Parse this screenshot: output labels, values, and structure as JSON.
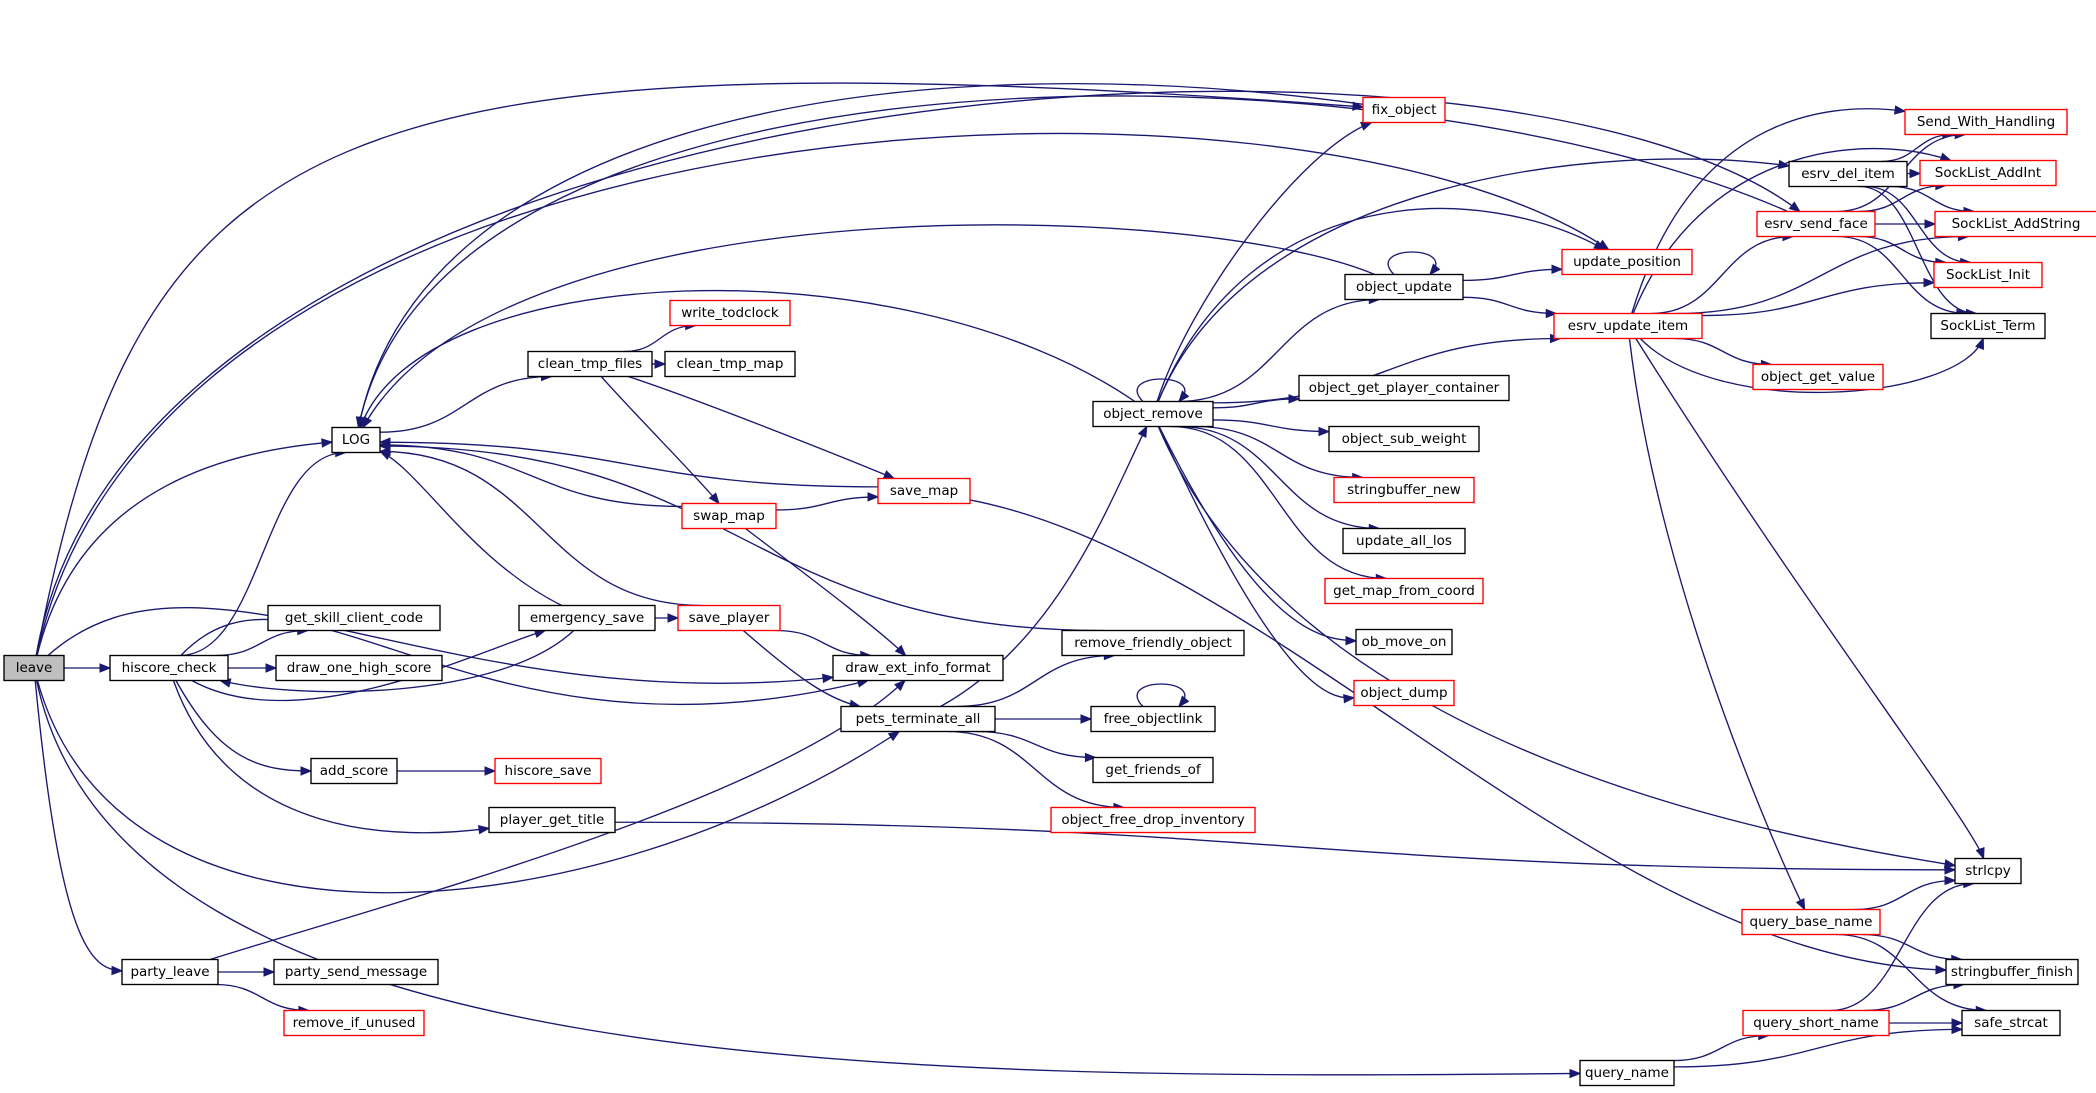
{
  "colors": {
    "edge": "#191970",
    "leaf_border": "#000000",
    "truncated_border": "#ff0000",
    "root_fill": "#bfbfbf"
  },
  "nodes": {
    "leave": {
      "label": "leave",
      "kind": "root"
    },
    "hiscore_check": {
      "label": "hiscore_check",
      "kind": "black"
    },
    "party_leave": {
      "label": "party_leave",
      "kind": "black"
    },
    "LOG": {
      "label": "LOG",
      "kind": "black"
    },
    "get_skill_client_code": {
      "label": "get_skill_client_code",
      "kind": "black"
    },
    "draw_one_high_score": {
      "label": "draw_one_high_score",
      "kind": "black"
    },
    "add_score": {
      "label": "add_score",
      "kind": "black"
    },
    "player_get_title": {
      "label": "player_get_title",
      "kind": "black"
    },
    "hiscore_save": {
      "label": "hiscore_save",
      "kind": "red"
    },
    "party_send_message": {
      "label": "party_send_message",
      "kind": "black"
    },
    "remove_if_unused": {
      "label": "remove_if_unused",
      "kind": "red"
    },
    "clean_tmp_files": {
      "label": "clean_tmp_files",
      "kind": "black"
    },
    "write_todclock": {
      "label": "write_todclock",
      "kind": "red"
    },
    "clean_tmp_map": {
      "label": "clean_tmp_map",
      "kind": "black"
    },
    "swap_map": {
      "label": "swap_map",
      "kind": "red"
    },
    "save_map": {
      "label": "save_map",
      "kind": "red"
    },
    "emergency_save": {
      "label": "emergency_save",
      "kind": "black"
    },
    "save_player": {
      "label": "save_player",
      "kind": "red"
    },
    "draw_ext_info_format": {
      "label": "draw_ext_info_format",
      "kind": "black"
    },
    "pets_terminate_all": {
      "label": "pets_terminate_all",
      "kind": "black"
    },
    "remove_friendly_object": {
      "label": "remove_friendly_object",
      "kind": "black"
    },
    "free_objectlink": {
      "label": "free_objectlink",
      "kind": "black"
    },
    "get_friends_of": {
      "label": "get_friends_of",
      "kind": "black"
    },
    "object_free_drop_inventory": {
      "label": "object_free_drop_inventory",
      "kind": "red"
    },
    "object_remove": {
      "label": "object_remove",
      "kind": "black"
    },
    "fix_object": {
      "label": "fix_object",
      "kind": "red"
    },
    "object_update": {
      "label": "object_update",
      "kind": "black"
    },
    "update_position": {
      "label": "update_position",
      "kind": "red"
    },
    "object_get_player_container": {
      "label": "object_get_player_container",
      "kind": "black"
    },
    "object_sub_weight": {
      "label": "object_sub_weight",
      "kind": "black"
    },
    "stringbuffer_new": {
      "label": "stringbuffer_new",
      "kind": "red"
    },
    "update_all_los": {
      "label": "update_all_los",
      "kind": "black"
    },
    "get_map_from_coord": {
      "label": "get_map_from_coord",
      "kind": "red"
    },
    "ob_move_on": {
      "label": "ob_move_on",
      "kind": "black"
    },
    "object_dump": {
      "label": "object_dump",
      "kind": "red"
    },
    "esrv_del_item": {
      "label": "esrv_del_item",
      "kind": "black"
    },
    "esrv_send_face": {
      "label": "esrv_send_face",
      "kind": "red"
    },
    "esrv_update_item": {
      "label": "esrv_update_item",
      "kind": "red"
    },
    "object_get_value": {
      "label": "object_get_value",
      "kind": "red"
    },
    "Send_With_Handling": {
      "label": "Send_With_Handling",
      "kind": "red"
    },
    "SockList_AddInt": {
      "label": "SockList_AddInt",
      "kind": "red"
    },
    "SockList_AddString": {
      "label": "SockList_AddString",
      "kind": "red"
    },
    "SockList_Init": {
      "label": "SockList_Init",
      "kind": "red"
    },
    "SockList_Term": {
      "label": "SockList_Term",
      "kind": "black"
    },
    "strlcpy": {
      "label": "strlcpy",
      "kind": "black"
    },
    "query_base_name": {
      "label": "query_base_name",
      "kind": "red"
    },
    "stringbuffer_finish": {
      "label": "stringbuffer_finish",
      "kind": "black"
    },
    "query_short_name": {
      "label": "query_short_name",
      "kind": "red"
    },
    "safe_strcat": {
      "label": "safe_strcat",
      "kind": "black"
    },
    "query_name": {
      "label": "query_name",
      "kind": "black"
    }
  },
  "edges": [
    [
      "leave",
      "hiscore_check"
    ],
    [
      "leave",
      "LOG"
    ],
    [
      "leave",
      "fix_object"
    ],
    [
      "leave",
      "draw_ext_info_format"
    ],
    [
      "leave",
      "pets_terminate_all"
    ],
    [
      "leave",
      "party_leave"
    ],
    [
      "leave",
      "query_name"
    ],
    [
      "leave",
      "update_position"
    ],
    [
      "leave",
      "esrv_send_face"
    ],
    [
      "hiscore_check",
      "LOG"
    ],
    [
      "hiscore_check",
      "get_skill_client_code"
    ],
    [
      "hiscore_check",
      "draw_one_high_score"
    ],
    [
      "hiscore_check",
      "add_score"
    ],
    [
      "hiscore_check",
      "player_get_title"
    ],
    [
      "hiscore_check",
      "draw_ext_info_format"
    ],
    [
      "hiscore_check",
      "emergency_save"
    ],
    [
      "add_score",
      "hiscore_save"
    ],
    [
      "player_get_title",
      "strlcpy"
    ],
    [
      "party_leave",
      "party_send_message"
    ],
    [
      "party_leave",
      "remove_if_unused"
    ],
    [
      "party_leave",
      "draw_ext_info_format"
    ],
    [
      "emergency_save",
      "LOG"
    ],
    [
      "emergency_save",
      "hiscore_check"
    ],
    [
      "emergency_save",
      "save_player"
    ],
    [
      "clean_tmp_files",
      "write_todclock"
    ],
    [
      "clean_tmp_files",
      "clean_tmp_map"
    ],
    [
      "clean_tmp_files",
      "swap_map"
    ],
    [
      "clean_tmp_files",
      "save_map"
    ],
    [
      "swap_map",
      "LOG"
    ],
    [
      "swap_map",
      "save_map"
    ],
    [
      "swap_map",
      "draw_ext_info_format"
    ],
    [
      "save_map",
      "LOG"
    ],
    [
      "save_map",
      "stringbuffer_finish"
    ],
    [
      "save_player",
      "LOG"
    ],
    [
      "save_player",
      "draw_ext_info_format"
    ],
    [
      "save_player",
      "pets_terminate_all"
    ],
    [
      "pets_terminate_all",
      "object_remove"
    ],
    [
      "pets_terminate_all",
      "remove_friendly_object"
    ],
    [
      "pets_terminate_all",
      "free_objectlink"
    ],
    [
      "pets_terminate_all",
      "get_friends_of"
    ],
    [
      "pets_terminate_all",
      "object_free_drop_inventory"
    ],
    [
      "remove_friendly_object",
      "LOG"
    ],
    [
      "free_objectlink",
      "free_objectlink"
    ],
    [
      "LOG",
      "clean_tmp_files"
    ],
    [
      "object_remove",
      "LOG"
    ],
    [
      "object_remove",
      "object_remove"
    ],
    [
      "object_remove",
      "fix_object"
    ],
    [
      "object_remove",
      "object_update"
    ],
    [
      "object_remove",
      "update_position"
    ],
    [
      "object_remove",
      "esrv_del_item"
    ],
    [
      "object_remove",
      "esrv_update_item"
    ],
    [
      "object_remove",
      "object_get_player_container"
    ],
    [
      "object_remove",
      "object_sub_weight"
    ],
    [
      "object_remove",
      "stringbuffer_new"
    ],
    [
      "object_remove",
      "update_all_los"
    ],
    [
      "object_remove",
      "get_map_from_coord"
    ],
    [
      "object_remove",
      "ob_move_on"
    ],
    [
      "object_remove",
      "object_dump"
    ],
    [
      "object_remove",
      "strlcpy"
    ],
    [
      "object_update",
      "LOG"
    ],
    [
      "object_update",
      "object_update"
    ],
    [
      "object_update",
      "update_position"
    ],
    [
      "object_update",
      "esrv_update_item"
    ],
    [
      "fix_object",
      "LOG"
    ],
    [
      "esrv_del_item",
      "SockList_AddInt"
    ],
    [
      "esrv_del_item",
      "Send_With_Handling"
    ],
    [
      "esrv_del_item",
      "SockList_AddString"
    ],
    [
      "esrv_del_item",
      "SockList_Init"
    ],
    [
      "esrv_del_item",
      "SockList_Term"
    ],
    [
      "esrv_update_item",
      "esrv_send_face"
    ],
    [
      "esrv_update_item",
      "Send_With_Handling"
    ],
    [
      "esrv_update_item",
      "SockList_AddInt"
    ],
    [
      "esrv_update_item",
      "SockList_AddString"
    ],
    [
      "esrv_update_item",
      "SockList_Init"
    ],
    [
      "esrv_update_item",
      "SockList_Term"
    ],
    [
      "esrv_update_item",
      "object_get_value"
    ],
    [
      "esrv_update_item",
      "query_base_name"
    ],
    [
      "esrv_update_item",
      "strlcpy"
    ],
    [
      "esrv_send_face",
      "Send_With_Handling"
    ],
    [
      "esrv_send_face",
      "SockList_AddInt"
    ],
    [
      "esrv_send_face",
      "SockList_AddString"
    ],
    [
      "esrv_send_face",
      "SockList_Init"
    ],
    [
      "esrv_send_face",
      "SockList_Term"
    ],
    [
      "esrv_send_face",
      "LOG"
    ],
    [
      "query_base_name",
      "strlcpy"
    ],
    [
      "query_base_name",
      "stringbuffer_finish"
    ],
    [
      "query_base_name",
      "safe_strcat"
    ],
    [
      "query_short_name",
      "strlcpy"
    ],
    [
      "query_short_name",
      "stringbuffer_finish"
    ],
    [
      "query_short_name",
      "safe_strcat"
    ],
    [
      "query_name",
      "query_short_name"
    ],
    [
      "query_name",
      "safe_strcat"
    ]
  ]
}
